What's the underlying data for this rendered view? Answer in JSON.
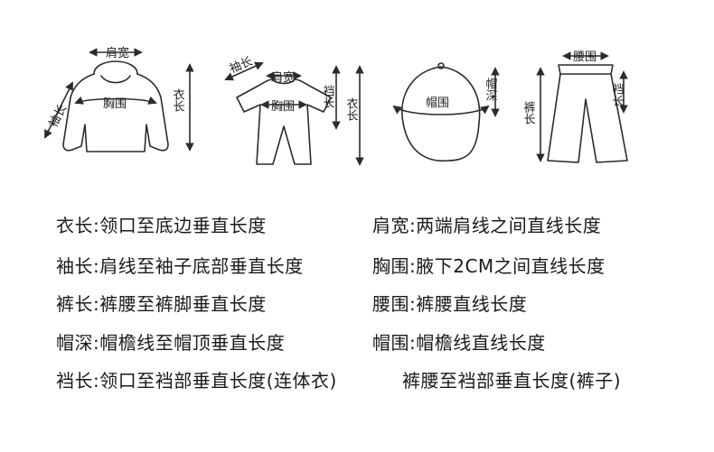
{
  "figures": {
    "jacket": {
      "shoulder": "肩宽",
      "sleeve": "袖长",
      "chest": "胸围",
      "length": "衣长"
    },
    "romper": {
      "sleeve": "袖长",
      "shoulder": "肩宽",
      "chest": "胸围",
      "crotch": "裆长",
      "length": "衣长"
    },
    "hat": {
      "circumference": "帽围",
      "depth": "帽深"
    },
    "pants": {
      "waist": "腰围",
      "length": "裤长",
      "crotch": "裆长"
    }
  },
  "legend": [
    {
      "text": "衣长:领口至底边垂直长度"
    },
    {
      "text": "肩宽:两端肩线之间直线长度"
    },
    {
      "text": "袖长:肩线至袖子底部垂直长度"
    },
    {
      "text": "胸围:腋下2CM之间直线长度"
    },
    {
      "text": "裤长:裤腰至裤脚垂直长度"
    },
    {
      "text": "腰围:裤腰直线长度"
    },
    {
      "text": "帽深:帽檐线至帽顶垂直长度"
    },
    {
      "text": "帽围:帽檐线直线长度"
    },
    {
      "text": "裆长:领口至裆部垂直长度(连体衣)"
    },
    {
      "text": "裤腰至裆部垂直长度(裤子)"
    }
  ],
  "colors": {
    "line": "#2b2b2b",
    "text": "#1a1a1a",
    "background": "#ffffff"
  }
}
